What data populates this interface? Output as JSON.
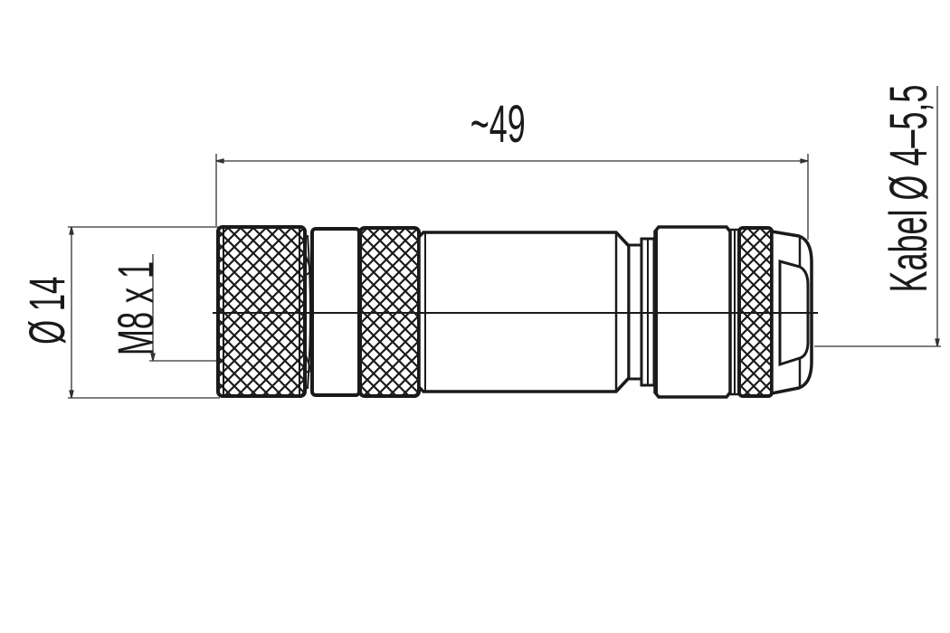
{
  "drawing": {
    "subject": "M8 female cable connector, straight, knurled coupling nut",
    "dimensions": {
      "overall_length": {
        "label": "~49",
        "value_mm": 49,
        "approximate": true
      },
      "outer_diameter": {
        "label": "Ø 14",
        "value_mm": 14
      },
      "thread": {
        "label": "M8 x 1"
      },
      "cable_diameter": {
        "label": "Kabel Ø 4–5,5",
        "min_mm": 4,
        "max_mm": 5.5
      }
    },
    "colors": {
      "line": "#1a1a1a",
      "dimension_line": "#333333",
      "background": "#ffffff"
    }
  }
}
